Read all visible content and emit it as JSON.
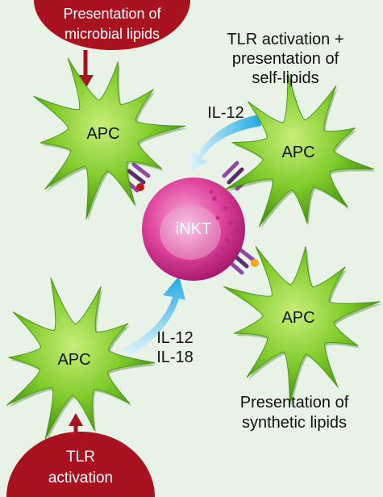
{
  "bubble_top": {
    "line1": "Presentation of",
    "line2": "microbial lipids"
  },
  "bubble_bottom": {
    "line1": "TLR",
    "line2": "activation"
  },
  "label_top_right": {
    "line1": "TLR activation +",
    "line2": "presentation of",
    "line3": "self-lipids"
  },
  "label_bottom_right": {
    "line1": "Presentation of",
    "line2": "synthetic lipids"
  },
  "cytokine_top": "IL-12",
  "cytokine_bottom": {
    "line1": "IL-12",
    "line2": "IL-18"
  },
  "apc_label": "APC",
  "inkt_label": "iNKT",
  "colors": {
    "background": "#e9f2e6",
    "apc_green": "#6ec21e",
    "inkt_pink": "#d9288f",
    "bubble_red": "#a8131f",
    "arrow_blue": "#29b3e6"
  }
}
